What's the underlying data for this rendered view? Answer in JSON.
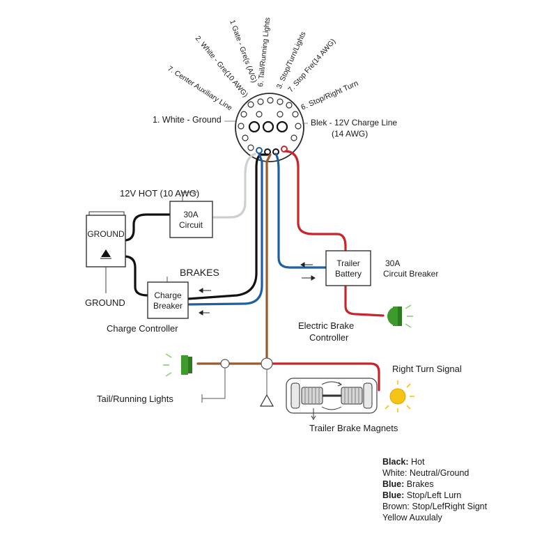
{
  "connector": {
    "pin_labels": [
      "1. White - Ground",
      "7. Center Auxiliary Line",
      "2. White - Gre(10 AWG)",
      "1 Gate - Gre(s (A/G)",
      "6. Tail/Running Lights",
      "3. Stop/Turn/Lights",
      "7. Stop Fre(14 AWG)",
      "6. Stop/Right Turn",
      "Blek - 12V Charge Line",
      "(14 AWG)"
    ]
  },
  "components": {
    "ground_box": "GROUND",
    "ground_label": "GROUND",
    "hot_label": "12V HOT (10 AWG)",
    "circuit_30a_line1": "30A",
    "circuit_30a_line2": "Circuit",
    "brakes_label": "BRAKES",
    "charge_breaker_line1": "Charge",
    "charge_breaker_line2": "Breaker",
    "charge_controller_label": "Charge Controller",
    "trailer_battery_line1": "Trailer",
    "trailer_battery_line2": "Battery",
    "breaker_30a_line1": "30A",
    "breaker_30a_line2": "Circuit Breaker",
    "electric_brake_line1": "Electric Brake",
    "electric_brake_line2": "Controller",
    "right_turn_signal": "Right Turn Signal",
    "tail_running_lights": "Tail/Running Lights",
    "trailer_brake_magnets": "Trailer Brake Magnets"
  },
  "legend": [
    {
      "key": "Black:",
      "value": "Hot"
    },
    {
      "key": "White:",
      "value": "Neutral/Ground"
    },
    {
      "key": "Blue:",
      "value": "Brakes"
    },
    {
      "key": "Blue:",
      "value": "Stop/Left Lurn"
    },
    {
      "key": "Brown:",
      "value": "Stop/LefRight Signt"
    },
    {
      "key": "Yellow",
      "value": "Auxulaly"
    }
  ],
  "colors": {
    "black_wire": "#111111",
    "white_wire": "#cfcfcf",
    "blue_wire": "#1f5f9e",
    "red_wire": "#c8252b",
    "brown_wire": "#9a5a2a",
    "green_light": "#3f9a2e",
    "yellow_light": "#f3c316"
  }
}
